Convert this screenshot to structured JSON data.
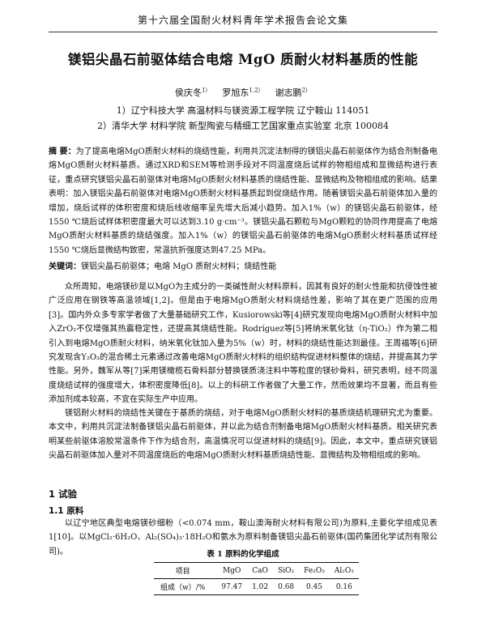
{
  "header": {
    "running_title": "第十六届全国耐火材料青年学术报告会论文集"
  },
  "paper": {
    "title": "镁铝尖晶石前驱体结合电熔 MgO 质耐火材料基质的性能",
    "authors": [
      {
        "name": "侯庆冬",
        "sup": "1）"
      },
      {
        "name": "罗旭东",
        "sup": "1,2）"
      },
      {
        "name": "谢志鹏",
        "sup": "2）"
      }
    ],
    "affiliations": [
      "1）辽宁科技大学  高温材料与镁资源工程学院  辽宁鞍山 114051",
      "2）清华大学  材料学院  新型陶瓷与精细工艺国家重点实验室  北京 100084"
    ]
  },
  "abstract": {
    "label": "摘  要：",
    "text": "为了提高电熔MgO质耐火材料的烧结性能，利用共沉淀法制得的镁铝尖晶石前驱体作为结合剂制备电熔MgO质耐火材料基质。通过XRD和SEM等检测手段对不同温度烧后试样的物相组成和显微结构进行表征，重点研究镁铝尖晶石前驱体对电熔MgO质耐火材料基质的烧结性能、显微结构及物相组成的影响。结果表明：加入镁铝尖晶石前驱体对电熔MgO质耐火材料基质起到促烧结作用。随着镁铝尖晶石前驱体加入量的增加，烧后试样的体积密度和烧后线收缩率呈先增大后减小趋势。加入1%（w）的镁铝尖晶石前驱体，经1550 ℃烧后试样体积密度最大可以达到3.10 g·cm⁻³。镁铝尖晶石颗粒与MgO颗粒的协同作用提高了电熔MgO质耐火材料基质的烧结强度。加入1%（w）的镁铝尖晶石前驱体的电熔MgO质耐火材料基质试样经1550 ℃烧后显微结构致密，常温抗折强度达到47.25 MPa。"
  },
  "keywords": {
    "label": "关键词：",
    "text": "镁铝尖晶石前驱体；电熔 MgO 质耐火材料；烧结性能"
  },
  "body": {
    "p1": "众所周知，电熔镁砂是以MgO为主成分的一类碱性耐火材料原料，因其有良好的耐火性能和抗侵蚀性被广泛应用在钢铁等高温领域[1,2]。但是由于电熔MgO质耐火材料烧结性差，影响了其在更广范围的应用[3]。国内外众多专家学者做了大量基础研究工作，Kusiorowski等[4]研究发现向电熔MgO质耐火材料中加入ZrO₂不仅增强其热震稳定性，还提高其烧结性能。Rodrı́guez等[5]将纳米氧化钛（η-TiO₂）作为第二相引入到电熔MgO质耐火材料，纳米氧化钛加入量为5%（w）时，材料的烧结性能达到最佳。王周福等[6]研究发现含Y₂O₃的混合稀土元素通过改善电熔MgO质耐火材料的组织结构促进材料整体的烧结，并提高其力学性能。另外，魏军从等[7]采用镁橄榄石骨料部分替换镁质浇注料中等粒度的镁砂骨料，研究表明，经不同温度烧结试样的强度增大，体积密度降低[8]。以上的科研工作者做了大量工作，然而效果均不显著，而且有些添加剂成本较高，不宜在实际生产中应用。",
    "p2": "镁铝耐火材料的烧结性关键在于基质的烧结，对于电熔MgO质耐火材料的基质烧结机理研究尤为重要。本文中，利用共沉淀法制备镁铝尖晶石前驱体，并以此为结合剂制备电熔MgO质耐火材料基质。相关研究表明某些前驱体溶胶常温条件下作为结合剂，高温情况可以促进材料的烧结[9]。因此，本文中，重点研究镁铝尖晶石前驱体加入量对不同温度烧后的电熔MgO质耐火材料基质烧结性能、显微结构及物相组成的影响。",
    "section1": "1  试验",
    "section1_1": "1.1  原料",
    "p3": "以辽宁地区典型电熔镁砂细粉（<0.074 mm，鞍山澳海耐火材料有限公司)为原料,主要化学组成见表1[10]。以MgCl₂·6H₂O、Al₂(SO₄)₃·18H₂O和氨水为原料制备镁铝尖晶石前驱体(国药集团化学试剂有限公司)。"
  },
  "table": {
    "caption": "表 1  原料的化学组成",
    "headers": [
      "项目",
      "MgO",
      "CaO",
      "SiO₂",
      "Fe₂O₃",
      "Al₂O₃"
    ],
    "rows": [
      [
        "组成（w）/%",
        "97.47",
        "1.02",
        "0.68",
        "0.45",
        "0.16"
      ]
    ]
  }
}
